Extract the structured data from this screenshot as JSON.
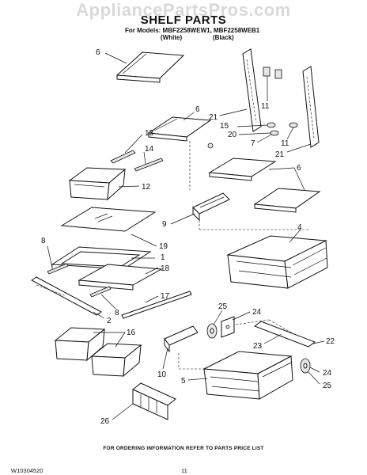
{
  "watermark": "AppliancePartsPros.com",
  "title": "SHELF PARTS",
  "models_line": "For Models: MBF2258WEW1, MBF2258WEB1",
  "variants": [
    "(White)",
    "(Black)"
  ],
  "callouts": {
    "c1": "1",
    "c2": "2",
    "c4": "4",
    "c5": "5",
    "c6a": "6",
    "c6b": "6",
    "c6c": "6",
    "c7": "7",
    "c8a": "8",
    "c8b": "8",
    "c9": "9",
    "c10": "10",
    "c11a": "11",
    "c11b": "11",
    "c12": "12",
    "c13": "13",
    "c14": "14",
    "c15": "15",
    "c16": "16",
    "c17": "17",
    "c18": "18",
    "c19": "19",
    "c20": "20",
    "c21a": "21",
    "c21b": "21",
    "c22": "22",
    "c23": "23",
    "c24a": "24",
    "c24b": "24",
    "c25a": "25",
    "c25b": "25",
    "c26": "26"
  },
  "footer_note": "FOR ORDERING INFORMATION REFER TO PARTS PRICE LIST",
  "doc_number": "W10304520",
  "page_number": "11"
}
